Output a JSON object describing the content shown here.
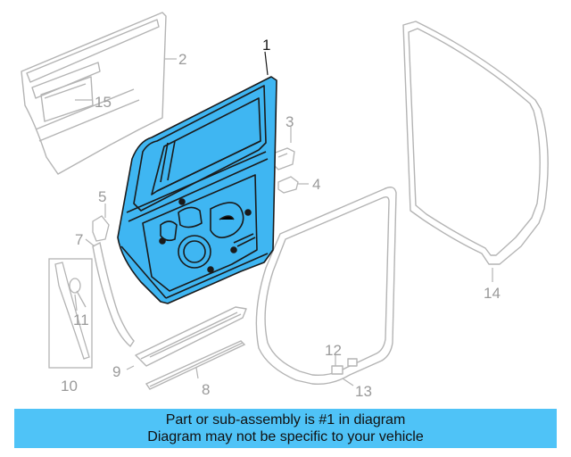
{
  "callouts": {
    "c1": "1",
    "c2": "2",
    "c3": "3",
    "c4": "4",
    "c5": "5",
    "c7": "7",
    "c8": "8",
    "c9": "9",
    "c10": "10",
    "c11": "11",
    "c12": "12",
    "c13": "13",
    "c14": "14",
    "c15": "15"
  },
  "banner": {
    "line1": "Part or sub-assembly is #1 in diagram",
    "line2": "Diagram may not be specific to your vehicle"
  },
  "colors": {
    "highlight": "#3fb6f2",
    "banner_bg": "#4fc3f7",
    "line_gray": "#b4b4b4",
    "outline_dark": "#1a1a1a"
  }
}
